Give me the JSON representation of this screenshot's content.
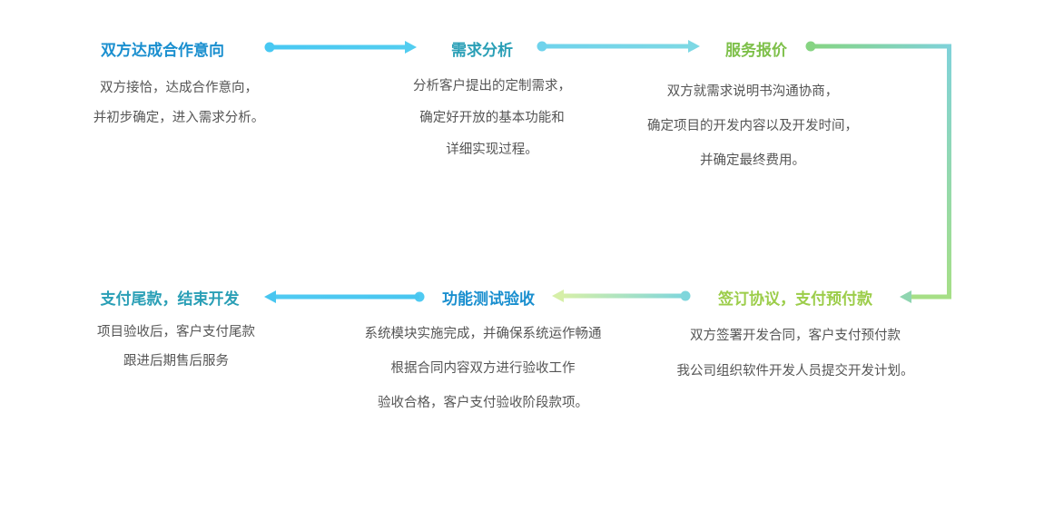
{
  "colors": {
    "blue": "#1a8fcf",
    "teal": "#2a9fb6",
    "green": "#7ec04a",
    "green_light": "#9ccd4a",
    "arrow_blue": "#48c8f2",
    "arrow_teal": "#7ad6e6",
    "arrow_green": "#a6dd8e",
    "body_text": "#555555"
  },
  "steps": [
    {
      "title": "双方达成合作意向",
      "desc": [
        "双方接恰，达成合作意向，",
        "并初步确定，进入需求分析。"
      ]
    },
    {
      "title": "需求分析",
      "desc": [
        "分析客户提出的定制需求，",
        "确定好开放的基本功能和",
        "详细实现过程。"
      ]
    },
    {
      "title": "服务报价",
      "desc": [
        "双方就需求说明书沟通协商，",
        "确定项目的开发内容以及开发时间，",
        "并确定最终费用。"
      ]
    },
    {
      "title": "签订协议，支付预付款",
      "desc": [
        "双方签署开发合同，客户支付预付款",
        "我公司组织软件开发人员提交开发计划。"
      ]
    },
    {
      "title": "功能测试验收",
      "desc": [
        "系统模块实施完成，并确保系统运作畅通",
        "根据合同内容双方进行验收工作",
        "验收合格，客户支付验收阶段款项。"
      ]
    },
    {
      "title": "支付尾款，结束开发",
      "desc": [
        "项目验收后，客户支付尾款",
        "跟进后期售后服务"
      ]
    }
  ]
}
